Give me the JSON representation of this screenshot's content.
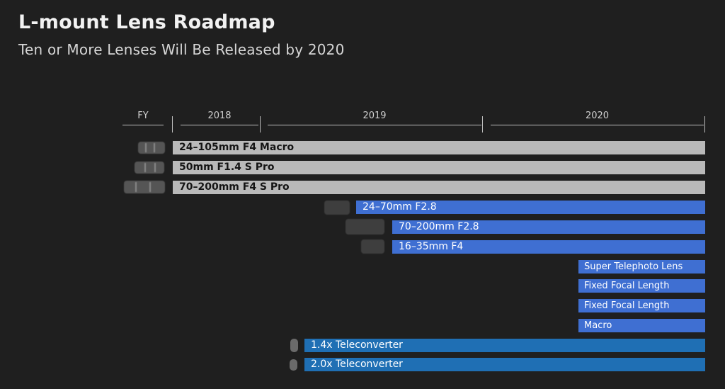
{
  "title": "L-mount Lens Roadmap",
  "subtitle": "Ten or More Lenses Will Be Released by 2020",
  "timeline": {
    "fy_label": "FY",
    "years": [
      "2018",
      "2019",
      "2020"
    ]
  },
  "colors": {
    "background": "#1f1f1f",
    "released": "#b9b9b9",
    "planned_lens": "#3f6fd2",
    "teleconverter": "#1f6fb4"
  },
  "lenses": [
    {
      "label": "24–105mm F4 Macro",
      "status": "released",
      "icon": "zoom-lens-icon"
    },
    {
      "label": "50mm F1.4 S Pro",
      "status": "released",
      "icon": "prime-lens-icon"
    },
    {
      "label": "70–200mm F4 S Pro",
      "status": "released",
      "icon": "telezoom-lens-icon"
    },
    {
      "label": "24–70mm F2.8",
      "status": "planned",
      "icon": "zoom-lens-icon"
    },
    {
      "label": "70–200mm F2.8",
      "status": "planned",
      "icon": "telezoom-lens-icon"
    },
    {
      "label": "16–35mm F4",
      "status": "planned",
      "icon": "wide-zoom-lens-icon"
    },
    {
      "label": "Super Telephoto Lens",
      "status": "planned"
    },
    {
      "label": "Fixed Focal Length",
      "status": "planned"
    },
    {
      "label": "Fixed Focal Length",
      "status": "planned"
    },
    {
      "label": "Macro",
      "status": "planned"
    },
    {
      "label": "1.4x Teleconverter",
      "status": "teleconverter",
      "icon": "teleconverter-icon"
    },
    {
      "label": "2.0x Teleconverter",
      "status": "teleconverter",
      "icon": "teleconverter-icon"
    }
  ]
}
